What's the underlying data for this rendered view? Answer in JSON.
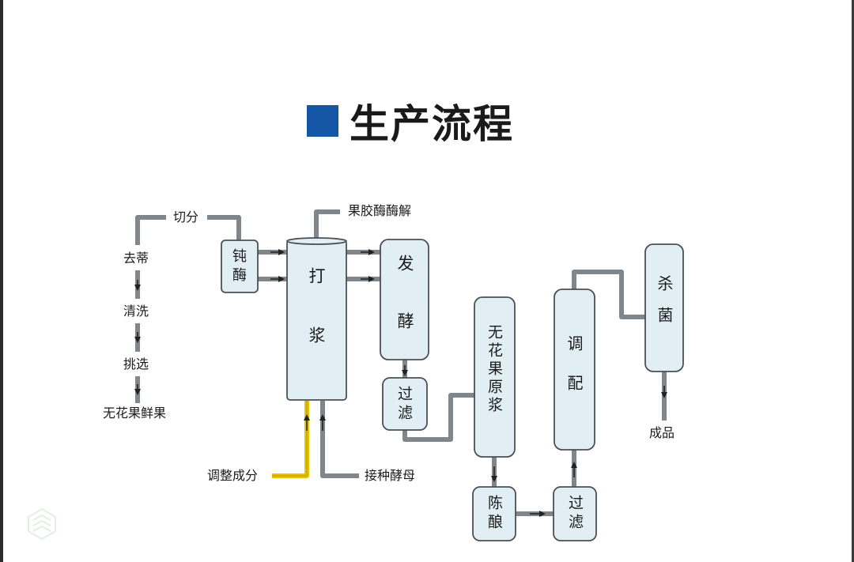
{
  "title": "生产流程",
  "colors": {
    "accent": "#1556a6",
    "vessel_fill": "#e1eef3",
    "pipe": "#7f868c",
    "additive_pipe": "#e6c200"
  },
  "input_steps": {
    "cut": "切分",
    "destem": "去蒂",
    "wash": "清洗",
    "sort": "挑选",
    "fresh_fig": "无花果鲜果"
  },
  "inlets": {
    "pectinase": "果胶酶酶解",
    "adjust": "调整成分",
    "yeast": "接种酵母"
  },
  "vessels": {
    "passivation": "钝酶",
    "pulping": "打浆",
    "fermentation": "发酵",
    "filter_1": "过滤",
    "fig_puree": "无花果原浆",
    "aging": "陈酿",
    "filter_2": "过滤",
    "blending": "调配",
    "sterilize": "杀菌"
  },
  "output": "成品",
  "watermark_icon": "watermark-logo-icon"
}
